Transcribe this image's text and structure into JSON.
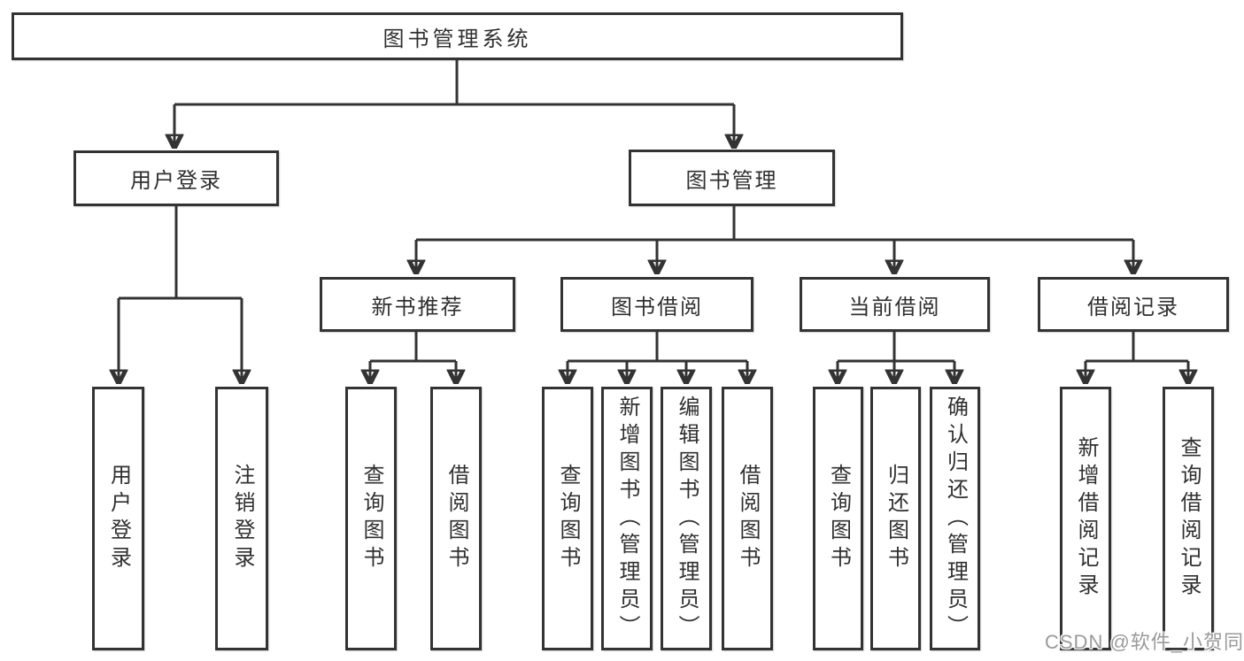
{
  "root": {
    "label": "图书管理系统"
  },
  "level1": {
    "user_login": {
      "label": "用户登录"
    },
    "book_management": {
      "label": "图书管理"
    }
  },
  "level2": {
    "new_book_recommend": {
      "label": "新书推荐"
    },
    "book_borrowing": {
      "label": "图书借阅"
    },
    "current_borrowing": {
      "label": "当前借阅"
    },
    "borrow_records": {
      "label": "借阅记录"
    }
  },
  "leaves": {
    "user": [
      "用户登录",
      "注销登录"
    ],
    "recommend": [
      "查询图书",
      "借阅图书"
    ],
    "borrow": [
      "查询图书",
      "新增图书（管理员）",
      "编辑图书（管理员）",
      "借阅图书"
    ],
    "current": [
      "查询图书",
      "归还图书",
      "确认归还（管理员）"
    ],
    "records": [
      "新增借阅记录",
      "查询借阅记录"
    ]
  },
  "watermark": "CSDN @软件_小贺同学",
  "colors": {
    "line": "#333333",
    "text": "#303030",
    "node_background": "#ffffff",
    "page_background": "#ffffff",
    "watermark": "#9a9a9a"
  }
}
